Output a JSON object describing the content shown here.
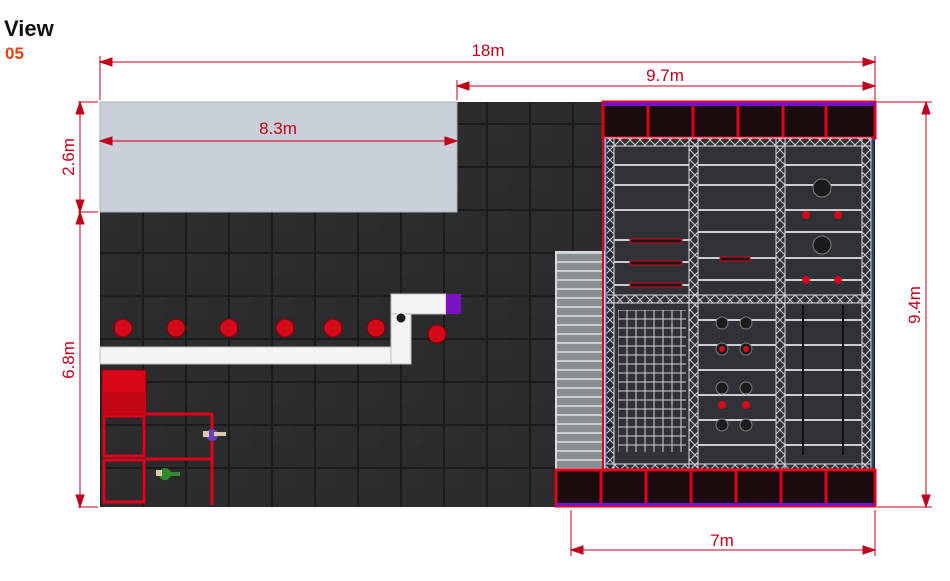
{
  "header": {
    "title": "View",
    "number": "05"
  },
  "dimensions": {
    "total_width": "18m",
    "right_width": "9.7m",
    "mezzanine_width": "8.3m",
    "mezzanine_depth": "2.6m",
    "floor_depth": "6.8m",
    "total_depth": "9.4m",
    "bottom_width": "7m"
  },
  "colors": {
    "dimension": "#c0001a",
    "accent": "#e8420e",
    "floor": "#2a2a2c",
    "frame_red": "#e0001b",
    "truss": "#d9dde3",
    "mezzanine": "#c9d0d8",
    "purple": "#7a12c4"
  }
}
